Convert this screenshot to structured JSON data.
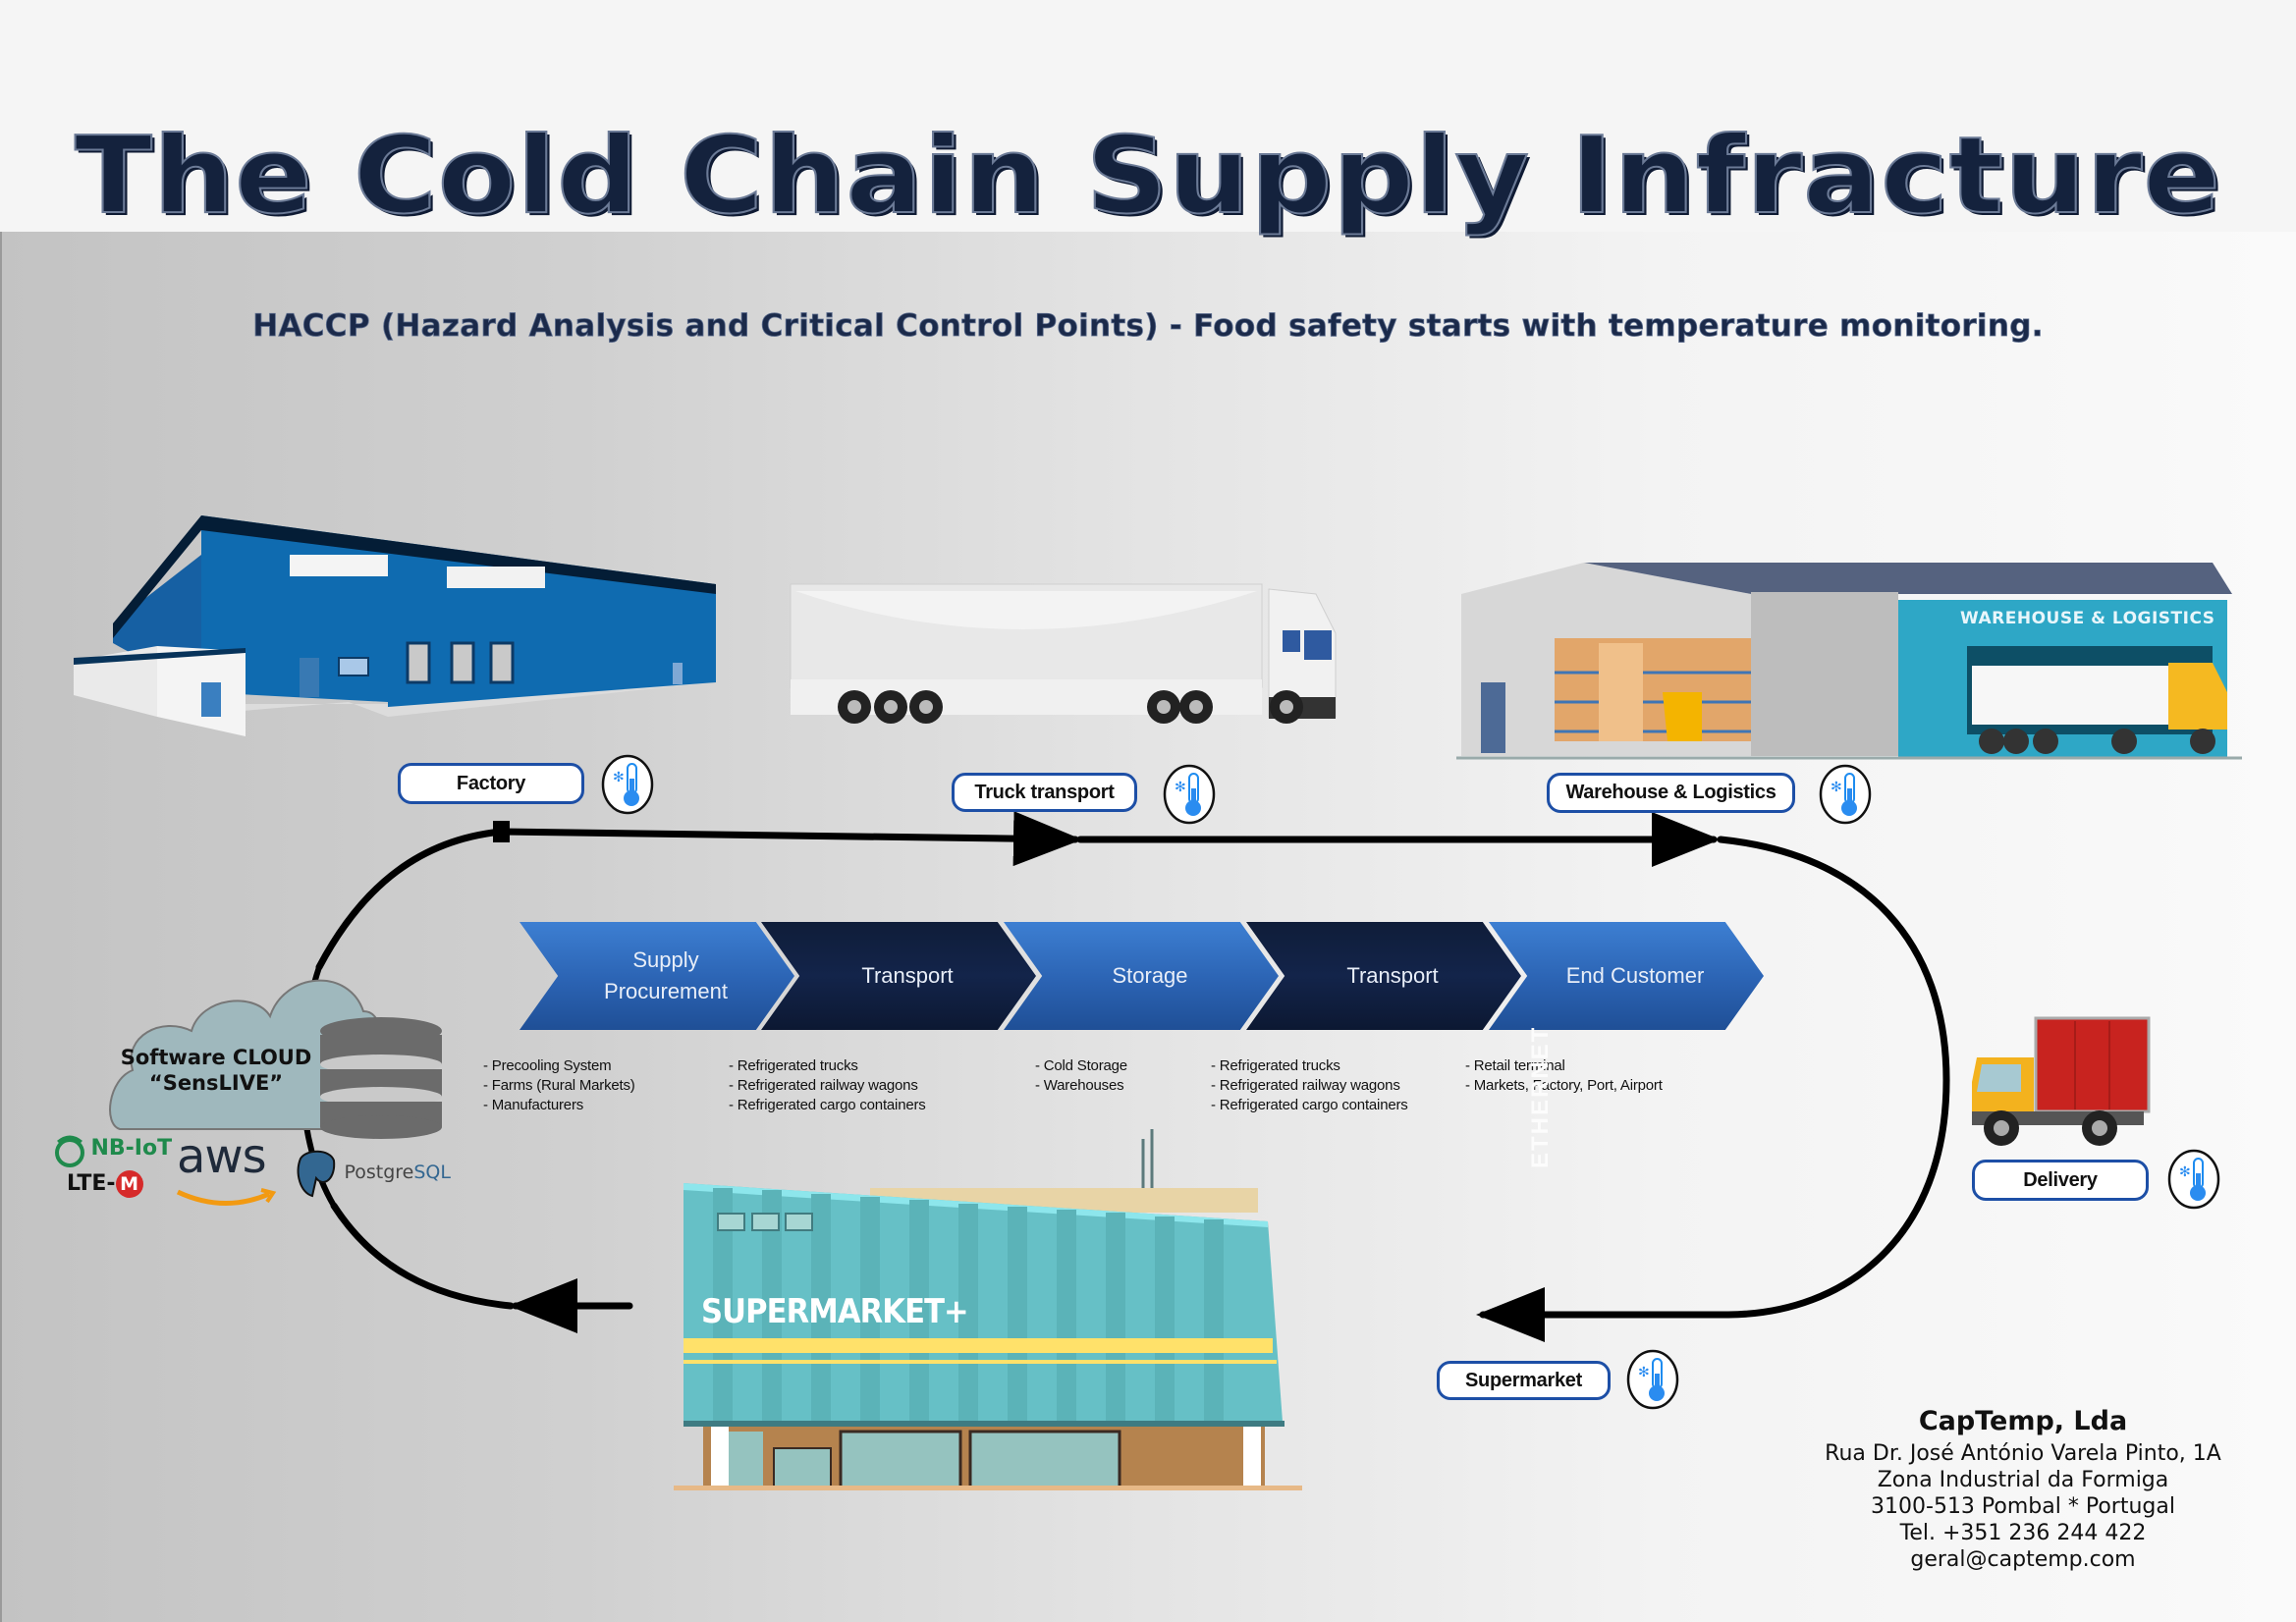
{
  "header": {
    "title": "The Cold Chain Supply Infracture",
    "subtitle": "HACCP (Hazard Analysis and Critical Control Points) - Food safety starts with temperature monitoring."
  },
  "stations": [
    {
      "id": "factory",
      "label": "Factory",
      "icon": "thermometer-snowflake-icon"
    },
    {
      "id": "truck",
      "label": "Truck transport",
      "icon": "thermometer-snowflake-icon"
    },
    {
      "id": "warehouse",
      "label": "Warehouse & Logistics",
      "icon": "thermometer-snowflake-icon",
      "sign": "WAREHOUSE & LOGISTICS"
    },
    {
      "id": "delivery",
      "label": "Delivery",
      "icon": "thermometer-snowflake-icon"
    },
    {
      "id": "supermarket",
      "label": "Supermarket",
      "icon": "thermometer-snowflake-icon",
      "sign": "SUPERMARKET+"
    }
  ],
  "process": [
    {
      "line1": "Supply",
      "line2": "Procurement",
      "style": "blue",
      "items": [
        "- Precooling System",
        "- Farms (Rural Markets)",
        "- Manufacturers"
      ]
    },
    {
      "line1": "Transport",
      "line2": "",
      "style": "dark",
      "items": [
        "- Refrigerated trucks",
        "- Refrigerated railway wagons",
        "- Refrigerated cargo containers"
      ]
    },
    {
      "line1": "Storage",
      "line2": "",
      "style": "blue",
      "items": [
        "- Cold Storage",
        "- Warehouses"
      ]
    },
    {
      "line1": "Transport",
      "line2": "",
      "style": "dark",
      "items": [
        "- Refrigerated trucks",
        "- Refrigerated railway wagons",
        "- Refrigerated cargo containers"
      ]
    },
    {
      "line1": "End Customer",
      "line2": "",
      "style": "blue",
      "items": [
        "- Retail  terminal",
        "- Markets, Factory, Port, Airport"
      ]
    }
  ],
  "watermark": "ETHERNET",
  "cloud": {
    "line1": "Software CLOUD",
    "line2": "“SensLIVE”",
    "logos": {
      "nbiot": "NB-IoT",
      "ltem_prefix": "LTE-",
      "ltem_letter": "M",
      "aws": "aws",
      "postgres_a": "Postgre",
      "postgres_b": "SQL"
    }
  },
  "company": {
    "name": "CapTemp, Lda",
    "address_lines": [
      "Rua Dr. José António Varela Pinto, 1A",
      "Zona Industrial da Formiga",
      "3100-513 Pombal * Portugal",
      "Tel. +351 236 244 422",
      "geral@captemp.com"
    ]
  },
  "colors": {
    "title": "#14223d",
    "chevron_blue": "#2b63b3",
    "chevron_dark": "#13244a",
    "label_border": "#1d4fa6",
    "thermo_blue": "#2a8cf0",
    "cloud_fill": "#9fb8bd",
    "database": "#6b6b6b"
  }
}
